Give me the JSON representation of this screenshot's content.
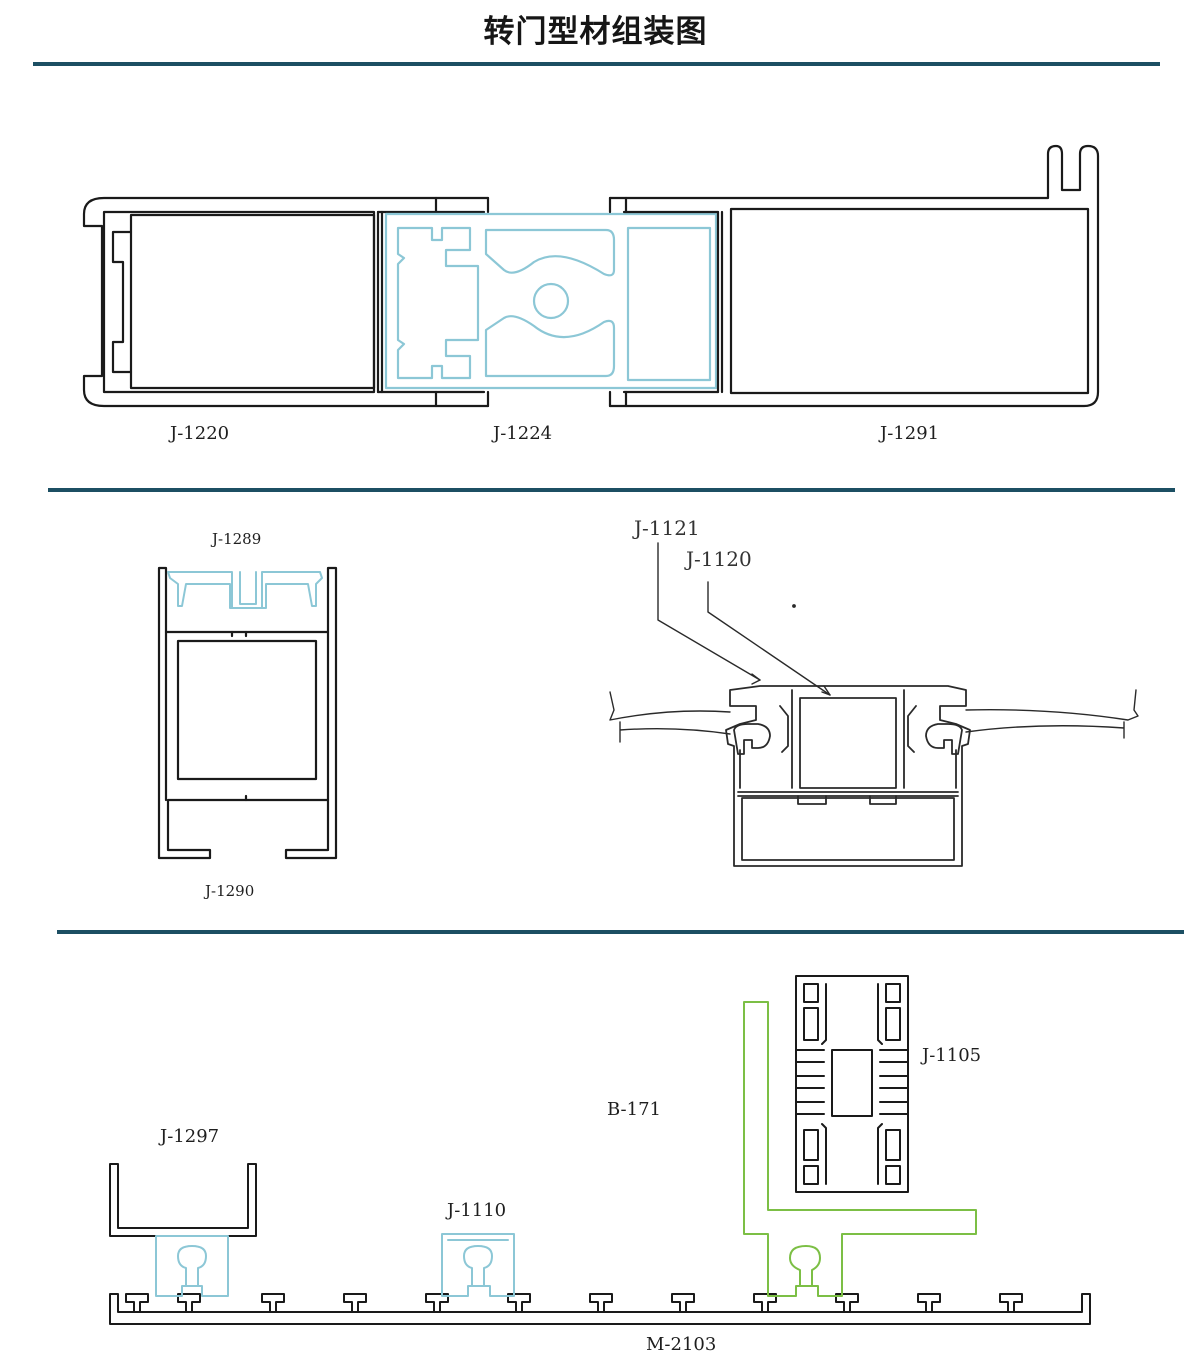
{
  "title": "转门型材组装图",
  "colors": {
    "rule": "#1c4f63",
    "profile": "#1a1a1a",
    "insert": "#8cc7d6",
    "highlight": "#7cbf45"
  },
  "section1": {
    "labels": {
      "left": "J-1220",
      "middle": "J-1224",
      "right": "J-1291"
    }
  },
  "section2": {
    "labels": {
      "top": "J-1289",
      "bottom": "J-1290",
      "leader_a": "J-1121",
      "leader_b": "J-1120"
    }
  },
  "section3": {
    "labels": {
      "left": "J-1297",
      "middle": "J-1110",
      "green": "B-171",
      "tower": "J-1105",
      "base": "M-2103"
    }
  }
}
